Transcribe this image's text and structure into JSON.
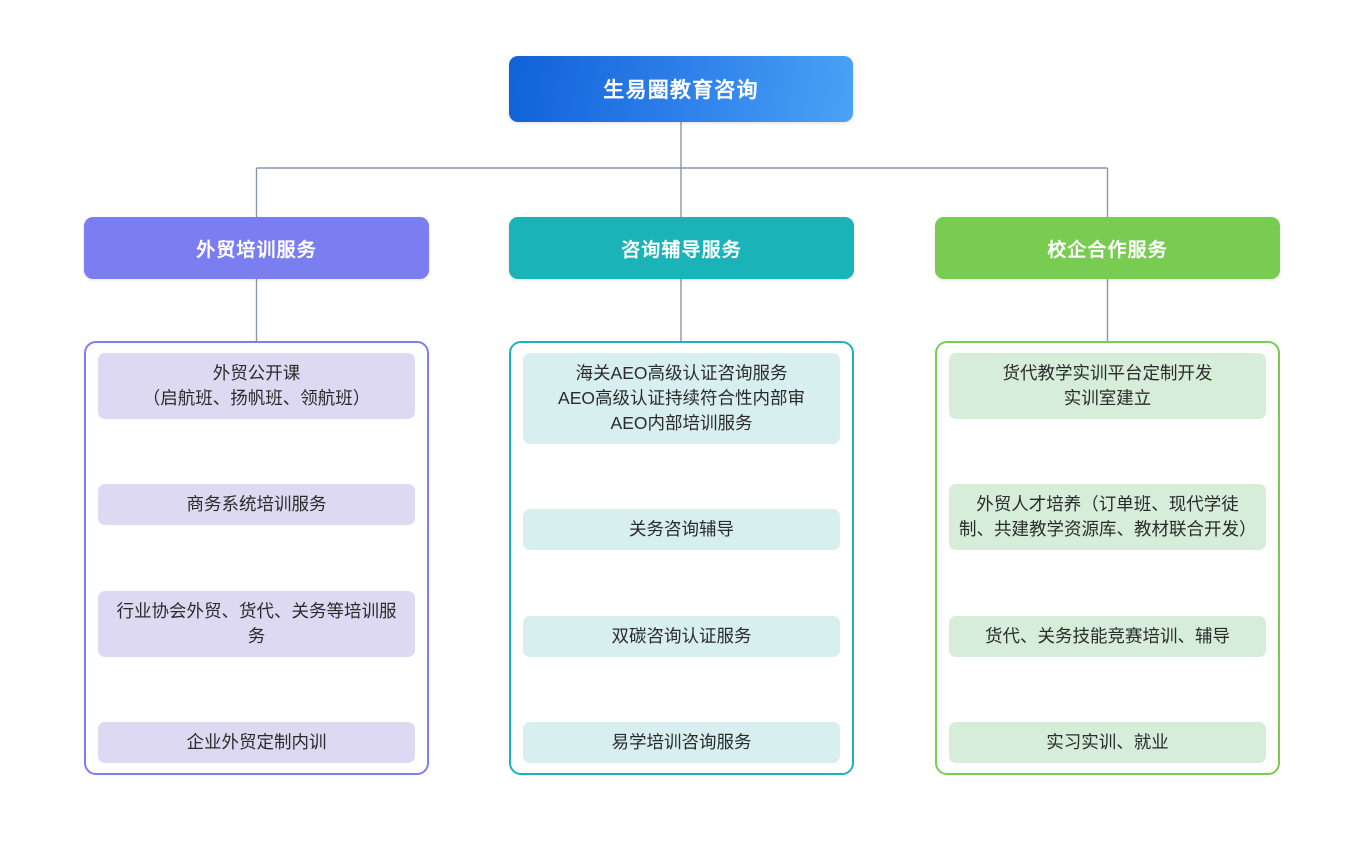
{
  "diagram": {
    "title": "生易圈教育咨询",
    "root": {
      "label": "生易圈教育咨询",
      "color": "#1f6fe0",
      "gradient_from": "#1161d8",
      "gradient_to": "#4aa3f5",
      "text_color": "#ffffff"
    },
    "connector_color": "#8a97a8",
    "branches": [
      {
        "label": "外贸培训服务",
        "color": "#7b7ef0",
        "card_fill": "#ddd9f2",
        "text_color": "#ffffff",
        "items": [
          {
            "text": "外贸公开课\n（启航班、扬帆班、领航班）"
          },
          {
            "text": "商务系统培训服务"
          },
          {
            "text": "行业协会外贸、货代、关务等培训服务"
          },
          {
            "text": "企业外贸定制内训"
          }
        ]
      },
      {
        "label": "咨询辅导服务",
        "color": "#19b3b8",
        "card_fill": "#d7efef",
        "text_color": "#ffffff",
        "items": [
          {
            "text": "海关AEO高级认证咨询服务\nAEO高级认证持续符合性内部审\nAEO内部培训服务"
          },
          {
            "text": "关务咨询辅导"
          },
          {
            "text": "双碳咨询认证服务"
          },
          {
            "text": "易学培训咨询服务"
          }
        ]
      },
      {
        "label": "校企合作服务",
        "color": "#77cc51",
        "card_fill": "#d6eed9",
        "text_color": "#ffffff",
        "items": [
          {
            "text": "货代教学实训平台定制开发\n实训室建立"
          },
          {
            "text": "外贸人才培养（订单班、现代学徒制、共建教学资源库、教材联合开发）"
          },
          {
            "text": "货代、关务技能竞赛培训、辅导"
          },
          {
            "text": "实习实训、就业"
          }
        ]
      }
    ]
  }
}
